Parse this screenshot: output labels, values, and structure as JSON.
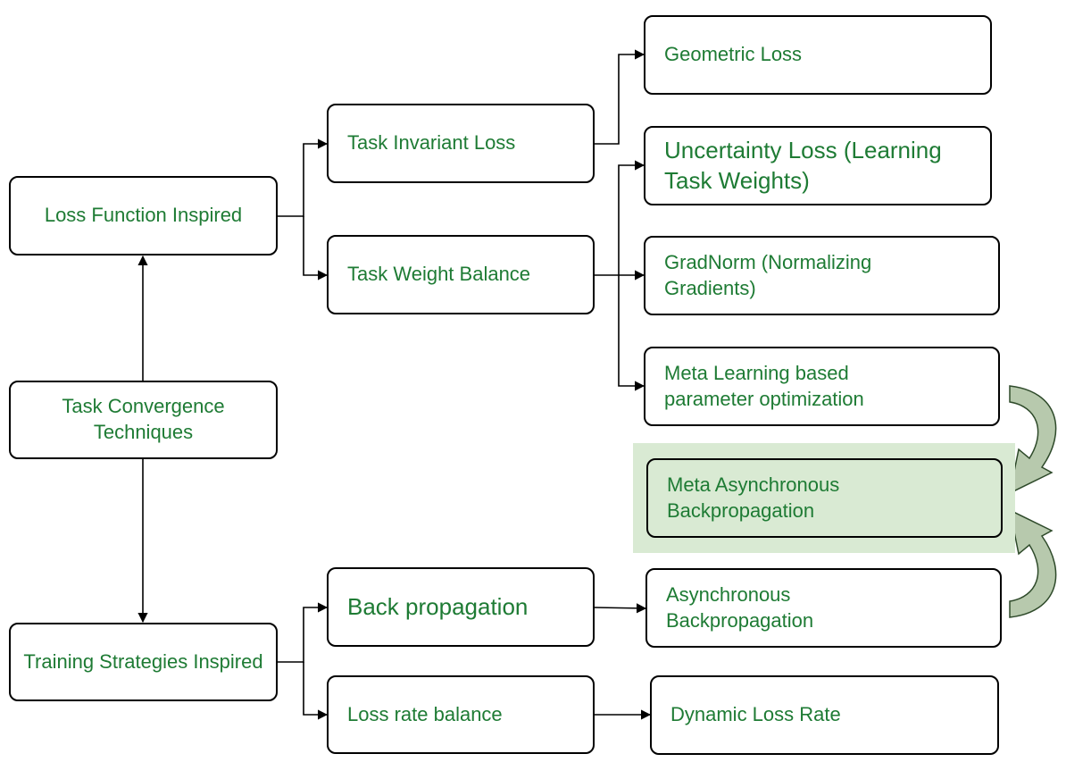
{
  "colors": {
    "text": "#1e7b34",
    "border": "#000000",
    "highlight_fill": "#d9ead3",
    "curved_arrow_fill": "#b7c9ad"
  },
  "nodes": {
    "root": "Task Convergence Techniques",
    "loss_function_inspired": "Loss Function Inspired",
    "training_strategies_inspired": "Training Strategies Inspired",
    "task_invariant_loss": "Task Invariant Loss",
    "task_weight_balance": "Task Weight Balance",
    "geometric_loss": "Geometric Loss",
    "uncertainty_loss": "Uncertainty Loss (Learning Task Weights)",
    "gradnorm": "GradNorm (Normalizing Gradients)",
    "meta_learning": "Meta Learning based parameter optimization",
    "meta_async_backprop": "Meta Asynchronous Backpropagation",
    "back_propagation": "Back propagation",
    "loss_rate_balance": "Loss rate balance",
    "async_backprop": "Asynchronous Backpropagation",
    "dynamic_loss_rate": "Dynamic Loss Rate"
  }
}
